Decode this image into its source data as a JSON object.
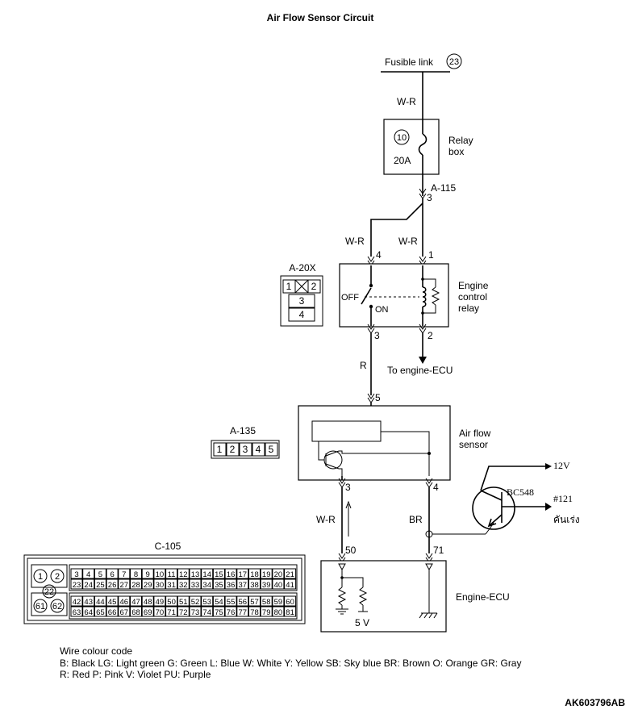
{
  "title": "Air Flow Sensor Circuit",
  "fusible_link": {
    "label": "Fusible link",
    "number": "23"
  },
  "relay_box": {
    "label_line1": "Relay",
    "label_line2": "box",
    "fuse_number": "10",
    "rating": "20A"
  },
  "connectors": {
    "a115": "A-115",
    "a20x": {
      "label": "A-20X",
      "pins": [
        "1",
        "2",
        "3",
        "4"
      ]
    },
    "a135": {
      "label": "A-135",
      "pins": [
        "1",
        "2",
        "3",
        "4",
        "5"
      ]
    },
    "c105": {
      "label": "C-105",
      "left_pins": [
        "1",
        "2",
        "22",
        "61",
        "62"
      ],
      "row1": [
        "3",
        "4",
        "5",
        "6",
        "7",
        "8",
        "9",
        "10",
        "11",
        "12",
        "13",
        "14",
        "15",
        "16",
        "17",
        "18",
        "19",
        "20",
        "21"
      ],
      "row2": [
        "23",
        "24",
        "25",
        "26",
        "27",
        "28",
        "29",
        "30",
        "31",
        "32",
        "33",
        "34",
        "35",
        "36",
        "37",
        "38",
        "39",
        "40",
        "41"
      ],
      "row3": [
        "42",
        "43",
        "44",
        "45",
        "46",
        "47",
        "48",
        "49",
        "50",
        "51",
        "52",
        "53",
        "54",
        "55",
        "56",
        "57",
        "58",
        "59",
        "60"
      ],
      "row4": [
        "63",
        "64",
        "65",
        "66",
        "67",
        "68",
        "69",
        "70",
        "71",
        "72",
        "73",
        "74",
        "75",
        "76",
        "77",
        "78",
        "79",
        "80",
        "81"
      ]
    }
  },
  "wires": {
    "fusible_to_relaybox": "W-R",
    "to_relay_pin4": "W-R",
    "to_relay_pin1": "W-R",
    "relay_to_sensor": "R",
    "sensor_pin3_to_ecu": "W-R",
    "sensor_pin4_to_ecu": "BR"
  },
  "pins": {
    "a115_pin": "3",
    "relay_pin4": "4",
    "relay_pin1": "1",
    "relay_pin3": "3",
    "relay_pin2": "2",
    "sensor_pin5": "5",
    "sensor_pin3": "3",
    "sensor_pin4": "4",
    "ecu_pin50": "50",
    "ecu_pin71": "71"
  },
  "engine_control_relay": {
    "line1": "Engine",
    "line2": "control",
    "line3": "relay",
    "off": "OFF",
    "on": "ON"
  },
  "to_engine_ecu": "To engine-ECU",
  "air_flow_sensor": {
    "line1": "Air flow",
    "line2": "sensor"
  },
  "engine_ecu": {
    "label": "Engine-ECU",
    "voltage": "5 V"
  },
  "handwritten": {
    "v12": "12V",
    "transistor": "BC548",
    "pin121": "#121",
    "thai": "คันเร่ง"
  },
  "wire_colour_code": {
    "title": "Wire colour code",
    "line1": "B: Black  LG: Light green  G: Green  L: Blue  W: White  Y: Yellow  SB: Sky blue  BR: Brown  O: Orange  GR: Gray",
    "line2": "R: Red  P: Pink  V: Violet  PU: Purple"
  },
  "figure_id": "AK603796AB"
}
